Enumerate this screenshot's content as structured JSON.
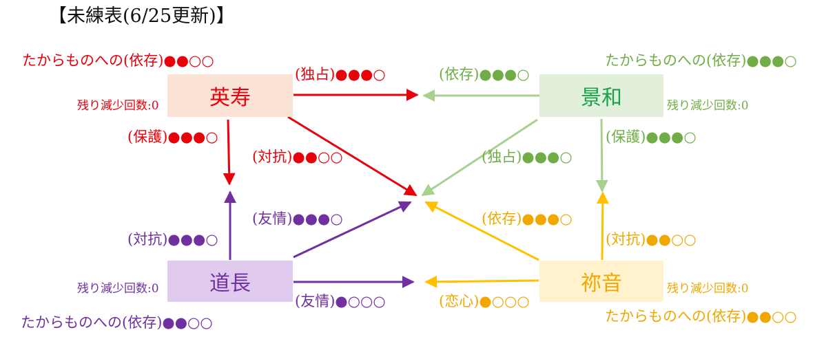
{
  "title": "【未練表(6/25更新)】",
  "colors": {
    "eiju": "#e8000b",
    "keiwa": "#70ad47",
    "keiwa_arrow": "#a9d18e",
    "michinaga": "#7030a0",
    "neon": "#ffc000",
    "neon_text": "#f0a800",
    "eiju_box": "#fbe3d6",
    "keiwa_box": "#e2efda",
    "michinaga_box": "#e0cbee",
    "neon_box": "#fff2cc"
  },
  "characters": {
    "eiju": {
      "name": "英寿",
      "treasure": "たからものへの(依存)●●○○",
      "remaining": "残り減少回数:0"
    },
    "keiwa": {
      "name": "景和",
      "treasure": "たからものへの(依存)●●●○",
      "remaining": "残り減少回数:0"
    },
    "michinaga": {
      "name": "道長",
      "treasure": "たからものへの(依存)●●○○",
      "remaining": "残り減少回数:0"
    },
    "neon": {
      "name": "祢音",
      "treasure": "たからものへの(依存)●●○○",
      "remaining": "残り減少回数:0"
    }
  },
  "relations": {
    "eiju_to_keiwa": "(独占)●●●○",
    "eiju_to_michinaga": "(保護)●●●○",
    "eiju_to_neon": "(対抗)●●○○",
    "keiwa_to_eiju": "(依存)●●●○",
    "keiwa_to_michinaga": "(独占)●●●○",
    "keiwa_to_neon": "(保護)●●●○",
    "michinaga_to_eiju": "(対抗)●●●○",
    "michinaga_to_keiwa": "(友情)●●●○",
    "michinaga_to_neon": "(友情)●○○○",
    "neon_to_eiju": "(依存)●●●○",
    "neon_to_keiwa": "(対抗)●●○○",
    "neon_to_michinaga": "(恋心)●○○○"
  }
}
